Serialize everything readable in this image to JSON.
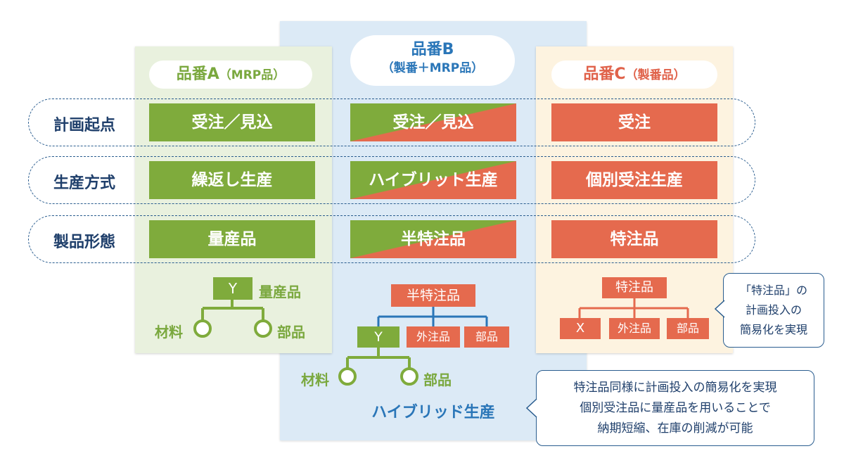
{
  "headers": {
    "a": {
      "title": "品番A",
      "sub": "（MRP品）"
    },
    "b": {
      "title": "品番B",
      "sub": "（製番＋MRP品）"
    },
    "c": {
      "title": "品番C",
      "sub": "（製番品）"
    }
  },
  "rows": [
    {
      "label": "計画起点",
      "a": "受注／見込",
      "b": "受注／見込",
      "c": "受注"
    },
    {
      "label": "生産方式",
      "a": "繰返し生産",
      "b": "ハイブリット生産",
      "c": "個別受注生産"
    },
    {
      "label": "製品形態",
      "a": "量産品",
      "b": "半特注品",
      "c": "特注品"
    }
  ],
  "tree_a": {
    "top": "Y",
    "top_label": "量産品",
    "left": "材料",
    "right": "部品"
  },
  "tree_b": {
    "top": "半特注品",
    "y": "Y",
    "out": "外注品",
    "part": "部品",
    "left": "材料",
    "right": "部品"
  },
  "tree_c": {
    "top": "特注品",
    "x": "X",
    "out": "外注品",
    "part": "部品"
  },
  "hybrid_label": "ハイブリッド生産",
  "callout_small": [
    "「特注品」の",
    "計画投入の",
    "簡易化を実現"
  ],
  "callout_large": [
    "特注品同様に計画投入の簡易化を実現",
    "個別受注品に量産品を用いることで",
    "納期短縮、在庫の削減が可能"
  ],
  "colors": {
    "green": "#7fab3c",
    "orange": "#e56a4e",
    "blue": "#2a76b8",
    "navy": "#1f3f6b"
  }
}
